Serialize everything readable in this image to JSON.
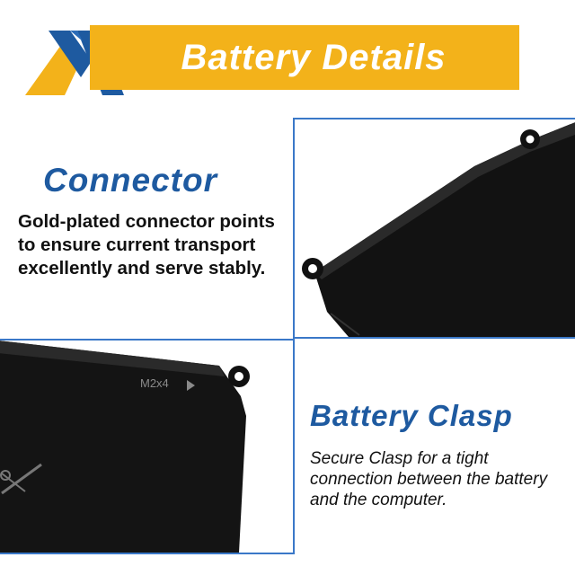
{
  "header": {
    "title": "Battery Details"
  },
  "connector": {
    "heading": "Connector",
    "description": "Gold-plated connector points to ensure current transport excellently and serve stably."
  },
  "clasp": {
    "heading": "Battery Clasp",
    "description": "Secure Clasp for a tight connection between the battery and the computer."
  },
  "photo_bottom": {
    "screw_label": "M2x4"
  },
  "colors": {
    "banner": "#f3b21a",
    "heading_blue": "#1e5aa0",
    "photo_border": "#3a78c8",
    "battery_body": "#121212"
  }
}
